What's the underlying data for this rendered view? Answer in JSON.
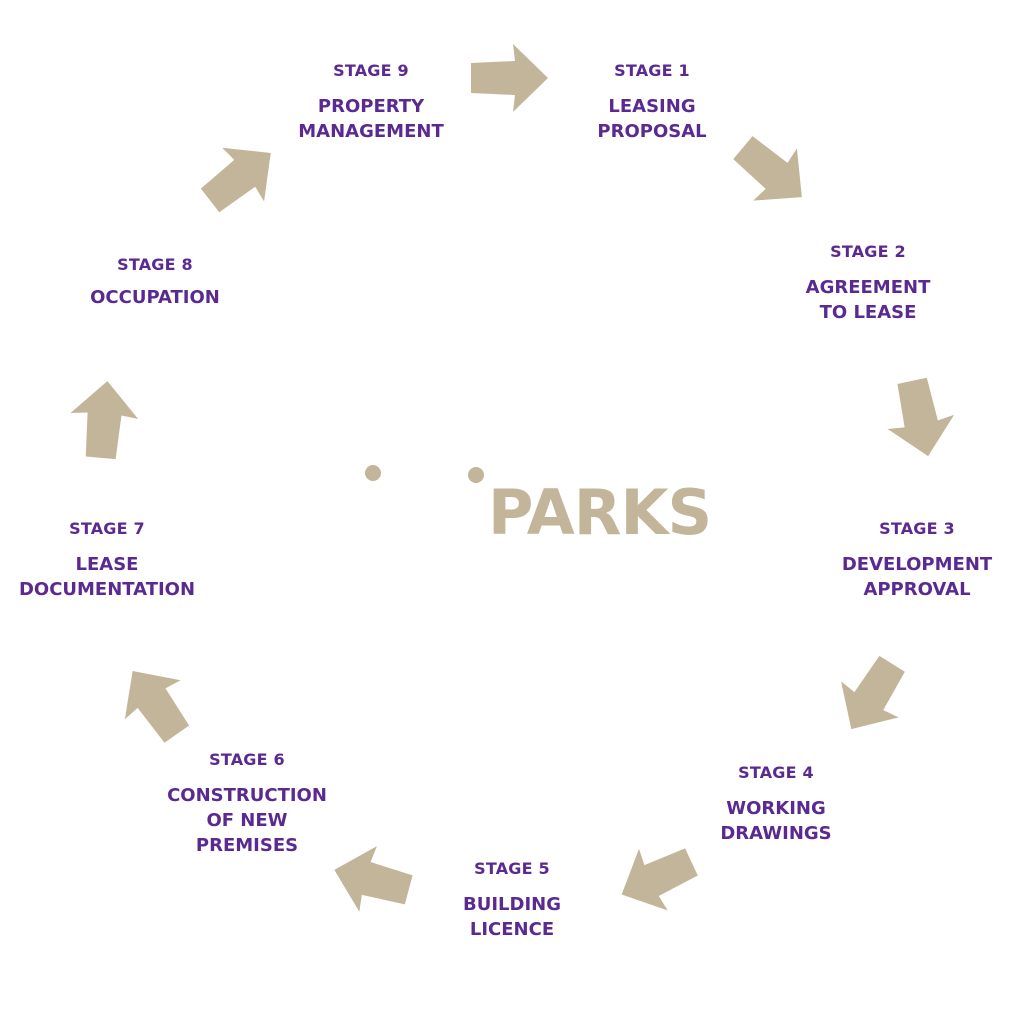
{
  "colors": {
    "text": "#5b2a91",
    "arrow": "#c3b59a",
    "logo": "#c3b59a"
  },
  "logo": {
    "text": "PARKS"
  },
  "stages": [
    {
      "label": "STAGE 1",
      "title": "LEASING\nPROPOSAL"
    },
    {
      "label": "STAGE 2",
      "title": "AGREEMENT\nTO LEASE"
    },
    {
      "label": "STAGE 3",
      "title": "DEVELOPMENT\nAPPROVAL"
    },
    {
      "label": "STAGE 4",
      "title": "WORKING\nDRAWINGS"
    },
    {
      "label": "STAGE 5",
      "title": "BUILDING\nLICENCE"
    },
    {
      "label": "STAGE 6",
      "title": "CONSTRUCTION\nOF NEW\nPREMISES"
    },
    {
      "label": "STAGE 7",
      "title": "LEASE\nDOCUMENTATION"
    },
    {
      "label": "STAGE 8",
      "title": "OCCUPATION"
    },
    {
      "label": "STAGE 9",
      "title": "PROPERTY\nMANAGEMENT"
    }
  ],
  "arrow_icon": "arrow-icon"
}
